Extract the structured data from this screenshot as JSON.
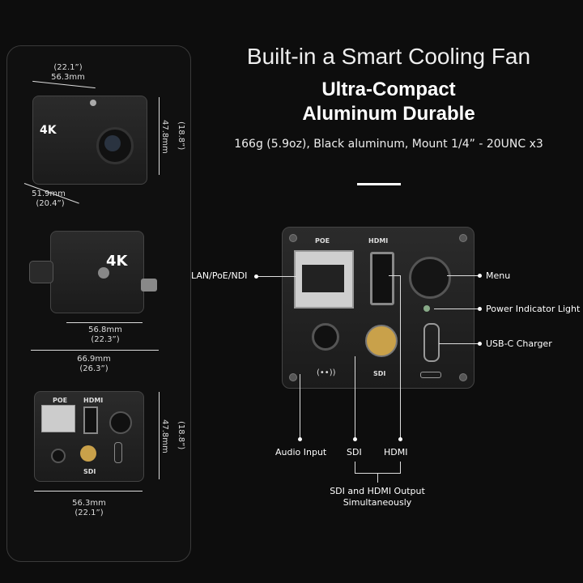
{
  "header": {
    "title": "Built-in a Smart Cooling Fan",
    "subtitle_line1": "Ultra-Compact",
    "subtitle_line2": "Aluminum Durable",
    "spec": "166g (5.9oz), Black aluminum, Mount 1/4” - 20UNC x3"
  },
  "left_panel": {
    "top_width_in": "(22.1”)",
    "top_width_mm": "56.3mm",
    "top_height": "47.8mm",
    "top_height_in": "(18.8”)",
    "top_depth_mm": "51.9mm",
    "top_depth_in": "(20.4”)",
    "side_len1_mm": "56.8mm",
    "side_len1_in": "(22.3”)",
    "side_len2_mm": "66.9mm",
    "side_len2_in": "(26.3”)",
    "back_height": "47.8mm",
    "back_height_in": "(18.8”)",
    "back_width_mm": "56.3mm",
    "back_width_in": "(22.1”)",
    "badge_4k": "4K"
  },
  "camera_back": {
    "poe_label": "POE",
    "hdmi_label": "HDMI",
    "sdi_label": "SDI",
    "audio_glyph": "(••))"
  },
  "callouts": {
    "lan": "LAN/PoE/NDI",
    "menu": "Menu",
    "power": "Power Indicator Light",
    "usbc": "USB-C  Charger",
    "audio": "Audio Input",
    "sdi": "SDI",
    "hdmi": "HDMI",
    "sdi_hdmi_line1": "SDI and HDMI Output",
    "sdi_hdmi_line2": "Simultaneously"
  },
  "colors": {
    "background": "#0d0d0d",
    "body": "#222222",
    "port_gold": "#c9a14a"
  }
}
